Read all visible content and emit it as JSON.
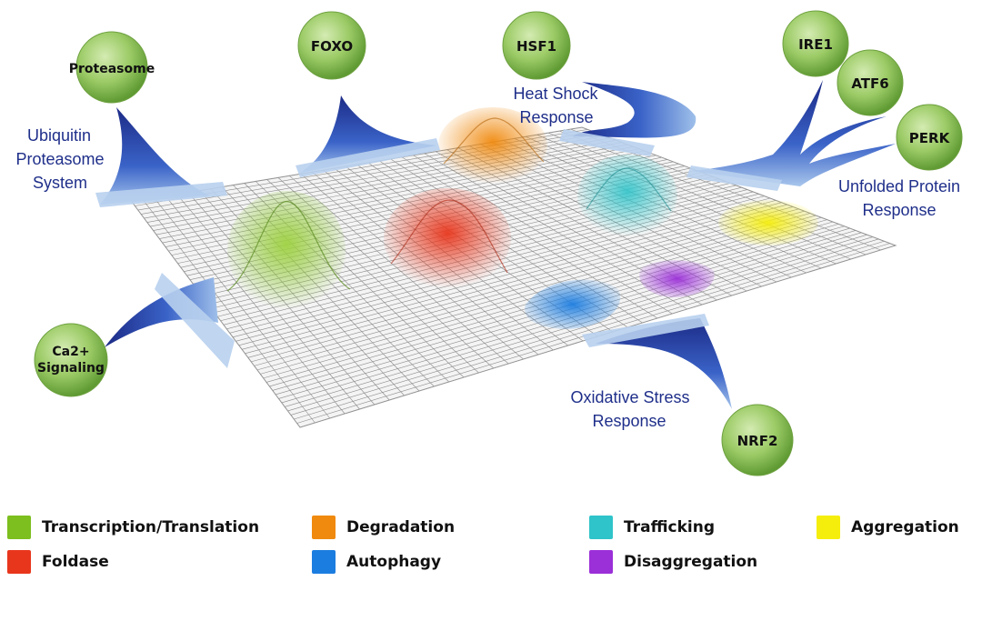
{
  "nodes": {
    "proteasome": "Proteasome",
    "foxo": "FOXO",
    "hsf1": "HSF1",
    "ire1": "IRE1",
    "atf6": "ATF6",
    "perk": "PERK",
    "ca2": [
      "Ca2+",
      "Signaling"
    ],
    "nrf2": "NRF2"
  },
  "pathways": {
    "ups": [
      "Ubiquitin",
      "Proteasome",
      "System"
    ],
    "heat_shock": [
      "Heat Shock",
      "Response"
    ],
    "upr": [
      "Unfolded Protein",
      "Response"
    ],
    "oxidative": [
      "Oxidative Stress",
      "Response"
    ]
  },
  "legend": [
    {
      "label": "Transcription/Translation",
      "color": "#7cbf1e"
    },
    {
      "label": "Degradation",
      "color": "#f08a0f"
    },
    {
      "label": "Trafficking",
      "color": "#2fc4c9"
    },
    {
      "label": "Aggregation",
      "color": "#f5ee0c"
    },
    {
      "label": "Foldase",
      "color": "#e8361c"
    },
    {
      "label": "Autophagy",
      "color": "#1c7de0"
    },
    {
      "label": "Disaggregation",
      "color": "#9b2fd8"
    }
  ],
  "colors": {
    "node_fill": "#8fbf5a",
    "node_light": "#c8e3a1",
    "arrow": "#2a3a9a",
    "label": "#1f2f8a"
  }
}
